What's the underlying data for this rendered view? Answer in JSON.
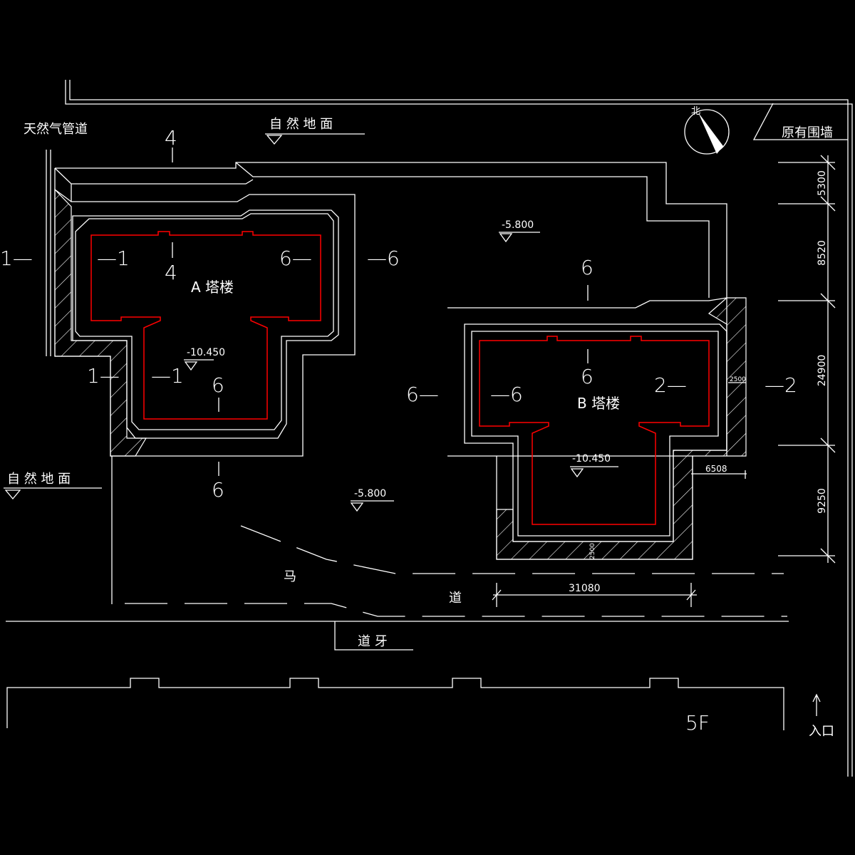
{
  "colors": {
    "background": "#000000",
    "line": "#ffffff",
    "red_outline": "#ff0000"
  },
  "labels": {
    "gas_pipe": "天然气管道",
    "natural_ground_top": "自 然 地 面",
    "natural_ground_left": "自 然 地 面",
    "existing_wall": "原有围墙",
    "north": "北",
    "tower_a": "A 塔楼",
    "tower_b": "B 塔楼",
    "road_ma": "马",
    "road_dao": "道",
    "curb": "道 牙",
    "building_5f": "5F",
    "entrance": "入口"
  },
  "elevations": {
    "ground_b": "-5.800",
    "ground_mid": "-5.800",
    "pit_a": "-10.450",
    "pit_b": "-10.450"
  },
  "sections": {
    "a_top_4": "4",
    "a_inner_4": "4",
    "a_left_1_outer": "1—",
    "a_left_1_inner": "—1",
    "a_right_6_inner": "6—",
    "a_right_6_outer": "—6",
    "a_low_1_outer": "1—",
    "a_low_1_inner": "—1",
    "a_bottom_6_inner": "6",
    "a_bottom_6_outer": "6",
    "b_top_6_outer": "6",
    "b_top_6_inner": "6",
    "b_left_6_outer": "6—",
    "b_left_6_inner": "—6",
    "b_right_2_inner": "2—",
    "b_right_2_outer": "—2"
  },
  "dimensions": {
    "right": [
      "5300",
      "8520",
      "24900",
      "9250"
    ],
    "b_width": "31080",
    "b_step": "6508",
    "b_wall_right": "2500",
    "b_wall_bottom": "2500"
  }
}
